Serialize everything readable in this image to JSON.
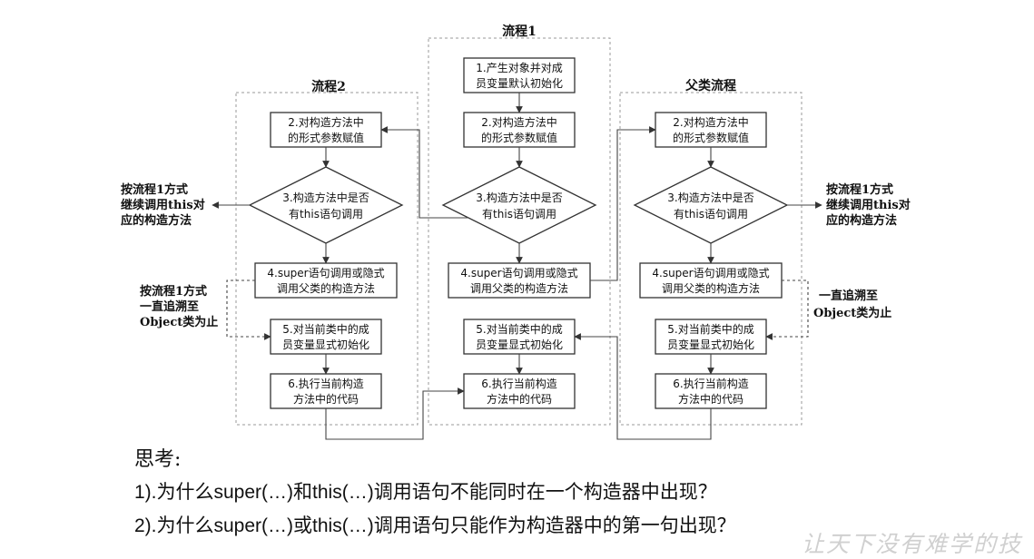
{
  "columns": [
    {
      "id": "flow2",
      "title": "流程2",
      "steps": [
        {
          "lines": [
            "2.对构造方法中",
            "的形式参数赋值"
          ]
        },
        {
          "lines": [
            "3.构造方法中是否",
            "有this语句调用"
          ]
        },
        {
          "lines": [
            "4.super语句调用或隐式",
            "调用父类的构造方法"
          ]
        },
        {
          "lines": [
            "5.对当前类中的成",
            "员变量显式初始化"
          ]
        },
        {
          "lines": [
            "6.执行当前构造",
            "方法中的代码"
          ]
        }
      ]
    },
    {
      "id": "flow1",
      "title": "流程1",
      "steps": [
        {
          "lines": [
            "1.产生对象并对成",
            "员变量默认初始化"
          ]
        },
        {
          "lines": [
            "2.对构造方法中",
            "的形式参数赋值"
          ]
        },
        {
          "lines": [
            "3.构造方法中是否",
            "有this语句调用"
          ]
        },
        {
          "lines": [
            "4.super语句调用或隐式",
            "调用父类的构造方法"
          ]
        },
        {
          "lines": [
            "5.对当前类中的成",
            "员变量显式初始化"
          ]
        },
        {
          "lines": [
            "6.执行当前构造",
            "方法中的代码"
          ]
        }
      ]
    },
    {
      "id": "parent",
      "title": "父类流程",
      "steps": [
        {
          "lines": [
            "2.对构造方法中",
            "的形式参数赋值"
          ]
        },
        {
          "lines": [
            "3.构造方法中是否",
            "有this语句调用"
          ]
        },
        {
          "lines": [
            "4.super语句调用或隐式",
            "调用父类的构造方法"
          ]
        },
        {
          "lines": [
            "5.对当前类中的成",
            "员变量显式初始化"
          ]
        },
        {
          "lines": [
            "6.执行当前构造",
            "方法中的代码"
          ]
        }
      ]
    }
  ],
  "notes": {
    "left_this": [
      "按流程1方式",
      "继续调用this对",
      "应的构造方法"
    ],
    "left_super": [
      "按流程1方式",
      "一直追溯至",
      "Object类为止"
    ],
    "right_this": [
      "按流程1方式",
      "继续调用this对",
      "应的构造方法"
    ],
    "right_super": [
      "一直追溯至",
      "Object类为止"
    ]
  },
  "thinking": {
    "title": "思考:",
    "q1": "1).为什么super(…)和this(…)调用语句不能同时在一个构造器中出现？",
    "q2": "2).为什么super(…)或this(…)调用语句只能作为构造器中的第一句出现？"
  },
  "watermark": "让天下没有难学的技"
}
